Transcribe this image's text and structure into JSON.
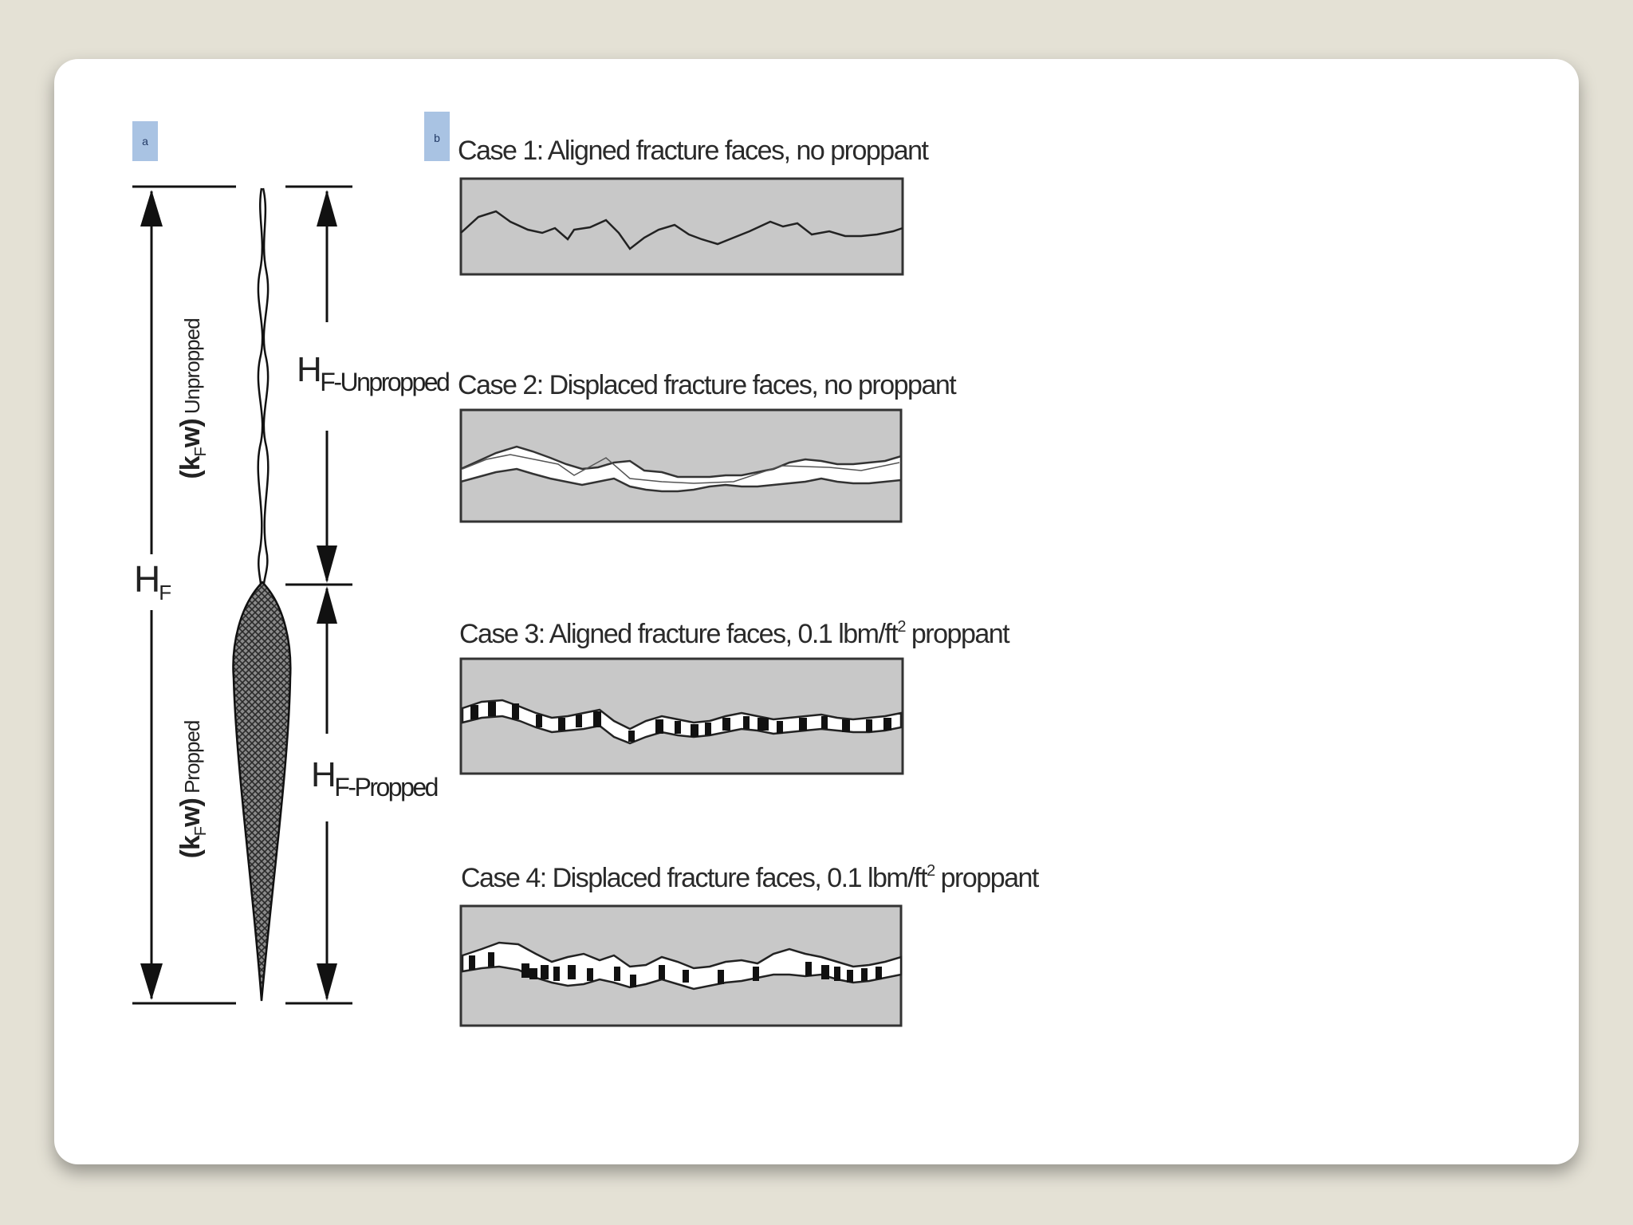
{
  "panel_a": {
    "tag": "a",
    "hf_label": "H",
    "hf_sub": "F",
    "unpropped_height_label": "H",
    "unpropped_height_sub": "F-Unpropped",
    "propped_height_label": "H",
    "propped_height_sub": "F-Propped",
    "unpropped_conductivity": {
      "open": "(k",
      "sub": "F",
      "mid": "w)",
      "suffix": " Unpropped"
    },
    "propped_conductivity": {
      "open": "(k",
      "sub": "F",
      "mid": "w)",
      "suffix": " Propped"
    }
  },
  "panel_b": {
    "tag": "b",
    "cases": [
      {
        "caption": "Case 1:  Aligned fracture faces, no proppant",
        "type": "aligned",
        "proppant": false
      },
      {
        "caption": "Case 2:  Displaced fracture faces, no proppant",
        "type": "displaced",
        "proppant": false
      },
      {
        "caption_before": "Case 3:  Aligned fracture faces, 0.1 lbm/ft",
        "caption_sup": "2",
        "caption_after": " proppant",
        "type": "aligned",
        "proppant": true
      },
      {
        "caption_before": "Case 4:  Displaced fracture faces, 0.1 lbm/ft",
        "caption_sup": "2",
        "caption_after": " proppant",
        "type": "displaced",
        "proppant": true
      }
    ]
  },
  "colors": {
    "background": "#e4e1d5",
    "card": "#ffffff",
    "rock": "#c8c8c8",
    "line": "#222222",
    "tag_fill": "#a9c3e3"
  }
}
